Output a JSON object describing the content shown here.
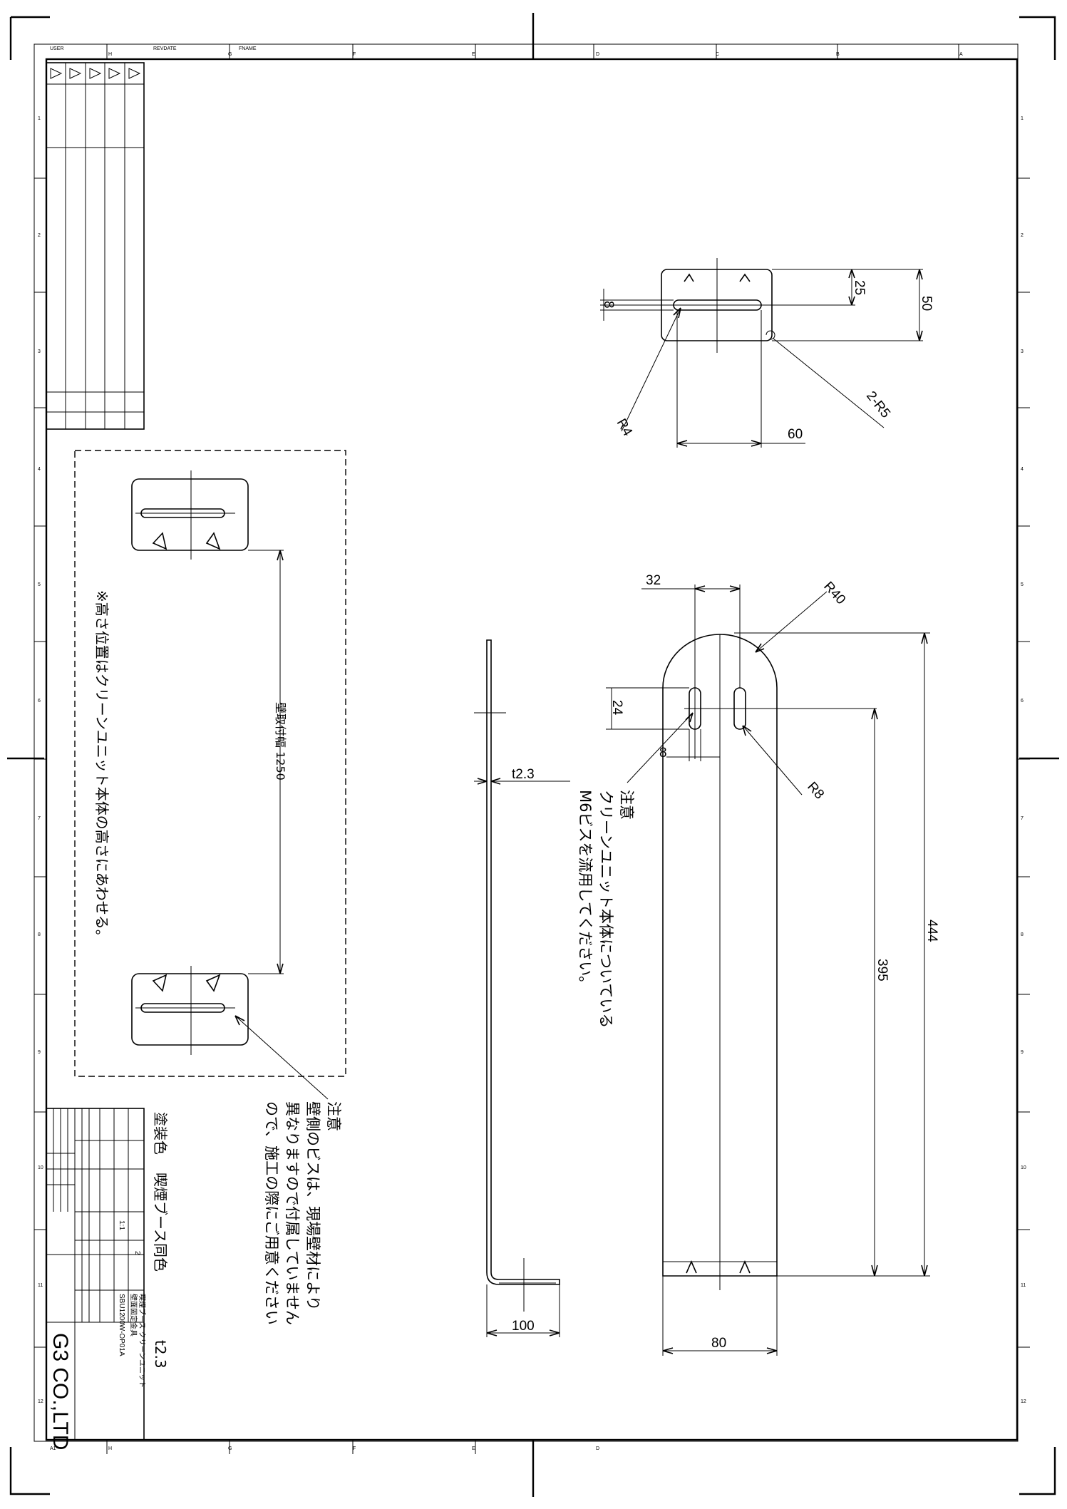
{
  "sheet": {
    "header_labels": [
      "USER",
      "REVDATE",
      "FNAME"
    ],
    "zone_letters_top": [
      "H",
      "G",
      "F",
      "E",
      "D",
      "C",
      "B",
      "A"
    ],
    "zone_numbers": [
      "1",
      "2",
      "3",
      "4",
      "5",
      "6",
      "7",
      "8",
      "9",
      "10",
      "11",
      "12"
    ],
    "zone_letters_bottom": [
      "H",
      "G",
      "F",
      "E",
      "D"
    ],
    "corner_mark": "A1"
  },
  "top_view": {
    "dim_width": "60",
    "dim_height": "50",
    "dim_offset": "25",
    "dim_slot": "8",
    "radius_slot": "R4",
    "radius_corner": "2-R5"
  },
  "front_view": {
    "dim_slot_spacing": "32",
    "radius_top": "R40",
    "dim_slot_length": "24",
    "dim_slot_width": "8",
    "radius_slot": "R8",
    "dim_overall": "444",
    "dim_hole_to_bottom": "395",
    "dim_width": "80"
  },
  "side_view": {
    "dim_thickness": "t2.3",
    "dim_flange": "100"
  },
  "notes": {
    "mount_note_lines": [
      "注意",
      "クリーンユニット本体についている",
      "M6ビスを流用してください。"
    ],
    "wall_note_lines": [
      "注意",
      "壁側のビスは、現場壁材により",
      "異なりますので付属していません",
      "ので、施工の際にご用意ください"
    ],
    "height_note": "※高さ位置はクリーンユニット本体の高さにあわせる。",
    "wall_pitch": "壁取付幅 1250",
    "paint_label": "塗装色",
    "paint_value": "喫煙ブース同色",
    "thickness_value": "t2.3"
  },
  "title_block": {
    "company": "G3  CO.,LTD",
    "drawing_no": "SBU1200W-OP01A",
    "title_line1": "喫煙ブース クリーンユニット",
    "title_line2": "壁面固定金具",
    "scale": "1:1",
    "sheet_no": "2"
  }
}
